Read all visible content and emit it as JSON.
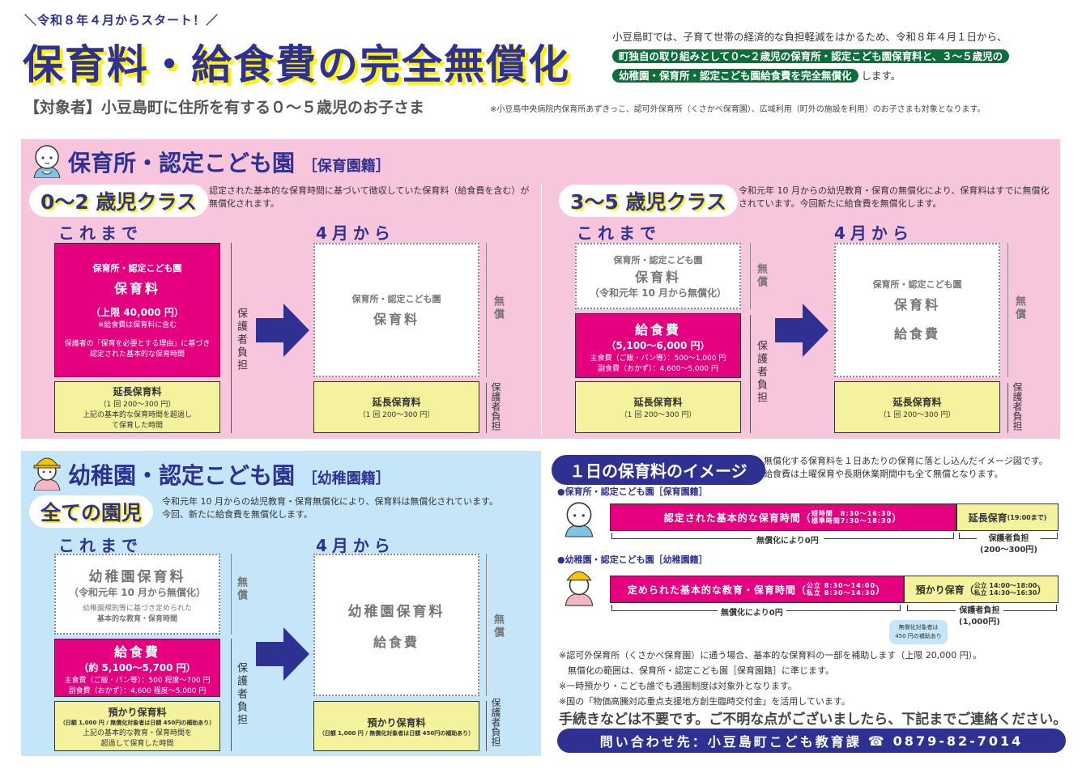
{
  "header": {
    "subtitle": "＼令和８年４月からスタート！／",
    "title": "保育料・給食費の完全無償化",
    "target": "【対象者】小豆島町に住所を有する０〜５歳児のお子さま",
    "target_note": "※小豆島中央病院内保育所あずきっこ、認可外保育所（くさかべ保育園）、広域利用（町外の施設を利用）のお子さまも対象となります。",
    "intro_1": "小豆島町では、子育て世帯の経済的な負担軽減をはかるため、令和８年４月１日から、",
    "intro_hl_1": "町独自の取り組みとして０〜２歳児の保育所・認定こども園保育料と、３〜５歳児の",
    "intro_hl_2": "幼稚園・保育所・認定こども園給食費を完全無償化",
    "intro_end": "します。"
  },
  "hoikuen": {
    "title": "保育所・認定こども園",
    "tag": "［保育園籍］",
    "class02": {
      "pill": "0〜2 歳児クラス",
      "desc": "認定された基本的な保育時間に基づいて徴収していた保育料（給食費を含む）が無償化されます。",
      "before_label": "これまで",
      "after_label": "4月から",
      "before_main": {
        "l1": "保育所・認定こども園",
        "l2": "保育料",
        "l3": "（上限 40,000 円）",
        "l4": "※給食費は保育料に含む",
        "l5": "保護者の「保育を必要とする理由」に基づき認定された基本的な保育時間"
      },
      "before_ext": {
        "l1": "延長保育料",
        "l2": "（1 回 200〜300 円）",
        "l3": "上記の基本的な保育時間を超過して保育した時間"
      },
      "burden": "保護者負担",
      "after_main": {
        "l1": "保育所・認定こども園",
        "l2": "保育料"
      },
      "free": "無償",
      "after_ext": {
        "l1": "延長保育料",
        "l2": "（1 回 200〜300 円）"
      }
    },
    "class35": {
      "pill": "3〜5 歳児クラス",
      "desc": "令和元年 10 月からの幼児教育・保育の無償化により、保育料はすでに無償化されています。今回新たに給食費を無償化します。",
      "before_label": "これまで",
      "after_label": "4月から",
      "before_free": {
        "l1": "保育所・認定こども園",
        "l2": "保育料",
        "l3": "（令和元年 10 月から無償化）"
      },
      "before_meal": {
        "l1": "給食費",
        "l2": "（5,100〜6,000 円）",
        "l3": "主食費（ご飯・パン等）：500〜1,000 円",
        "l4": "副食費（おかず）：4,600〜5,000 円"
      },
      "before_ext": {
        "l1": "延長保育料",
        "l2": "（1 回 200〜300 円）"
      },
      "after_main": {
        "l1": "保育所・認定こども園",
        "l2": "保育料",
        "l3": "給食費"
      },
      "after_ext": {
        "l1": "延長保育料",
        "l2": "（1 回 200〜300 円）"
      },
      "free": "無償",
      "burden": "保護者負担"
    }
  },
  "youchien": {
    "title": "幼稚園・認定こども園",
    "tag": "［幼稚園籍］",
    "pill": "全ての園児",
    "desc_1": "令和元年 10 月からの幼児教育・保育無償化により、保育料は無償化されています。",
    "desc_2": "今回、新たに給食費を無償化します。",
    "before_label": "これまで",
    "after_label": "4月から",
    "before_free": {
      "l1": "幼稚園保育料",
      "l2": "（令和元年 10 月から無償化）",
      "l3": "幼稚園規則等に基づき定められた",
      "l4": "基本的な教育・保育時間"
    },
    "before_meal": {
      "l1": "給食費",
      "l2": "（約 5,100〜5,700 円）",
      "l3": "主食費（ご飯・パン等）：500 程度〜700 円",
      "l4": "副食費（おかず）：4,600 程度〜5,000 円"
    },
    "before_ext": {
      "l1": "預かり保育料",
      "l2": "（日額 1,000 円 / 無償化対象者は日額 450円の補助あり）",
      "l3": "上記の基本的な教育・保育時間を",
      "l4": "超過して保育した時間"
    },
    "after_main": {
      "l1": "幼稚園保育料",
      "l2": "給食費"
    },
    "after_ext": {
      "l1": "預かり保育料",
      "l2": "（日額 1,000 円 / 無償化対象者は日額 450円の補助あり）"
    },
    "free": "無償",
    "burden": "保護者負担"
  },
  "timeline": {
    "title": "１日の保育料のイメージ",
    "desc_1": "無償化する保育料を１日あたりの保育に落とし込んだイメージ図です。",
    "desc_2": "給食費は土曜保育や長期休業期間中も全て無償となります。",
    "row1": {
      "label": "●保育所・認定こども園［保育園籍］",
      "main": "認定された基本的な保育時間（",
      "main_s1": "短時間　8:30〜16:30",
      "main_s2": "標準時間7:30〜18:30",
      "main_end": "）",
      "ext": "延長保育",
      "ext_s": "(19:00まで)",
      "free": "無償化により0円",
      "burden": "保護者負担",
      "burden_amt": "(200〜300円)"
    },
    "row2": {
      "label": "●幼稚園・認定こども園［幼稚園籍］",
      "main": "定められた基本的な教育・保育時間（",
      "main_s1": "公立 8:30〜14:00",
      "main_s2": "私立 8:30〜14:30",
      "main_end": "）",
      "ext": "預かり保育（",
      "ext_s1": "公立 14:00〜18:00",
      "ext_s2": "私立 14:30〜16:30",
      "ext_end": "）",
      "free": "無償化により0円",
      "burden": "保護者負担",
      "burden_amt": "(1,000円)",
      "bubble_1": "無償化対象者は",
      "bubble_2": "450 円の補助あり"
    }
  },
  "notes": [
    "※認可外保育所（くさかべ保育園）に通う場合、基本的な保育料の一部を補助します（上限 20,000 円）。",
    "　無償化の範囲は、保育所・認定こども園［保育園籍］に準じます。",
    "※一時預かり・こども誰でも通園制度は対象外となります。",
    "※国の「物価高騰対応重点支援地方創生臨時交付金」を活用しています。"
  ],
  "closing": "手続きなどは不要です。ご不明な点がございましたら、下記までご連絡ください。",
  "contact": {
    "label": "問い合わせ先：小豆島町こども教育課",
    "phone_icon": "☎",
    "phone": "0879-82-7014"
  },
  "colors": {
    "navy": "#2e3192",
    "magenta": "#e4007f",
    "yellow": "#f4f29c",
    "pink_bg": "#f8c6dc",
    "blue_bg": "#c5e6f8",
    "green": "#0d6e3a"
  }
}
